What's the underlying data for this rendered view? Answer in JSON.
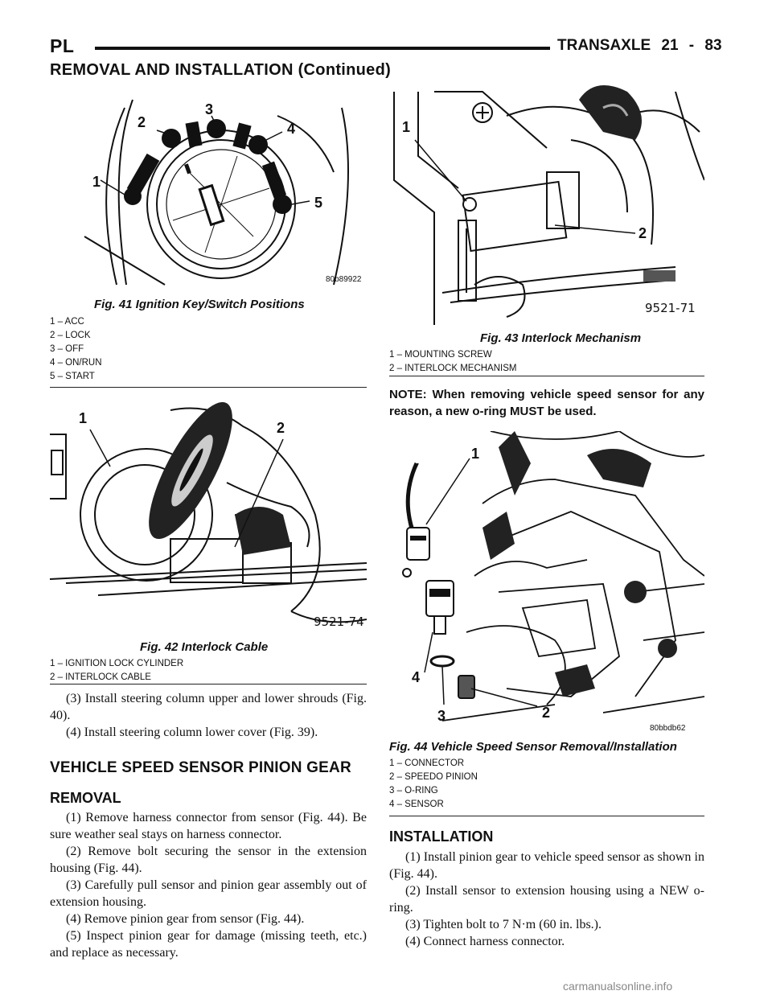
{
  "header": {
    "left": "PL",
    "right": "TRANSAXLE   21 - 83"
  },
  "continued_title": "REMOVAL AND INSTALLATION (Continued)",
  "fig41": {
    "code": "80b89922",
    "callouts": [
      "1",
      "2",
      "3",
      "4",
      "5"
    ],
    "caption": "Fig. 41 Ignition Key/Switch Positions",
    "legend": [
      "1 – ACC",
      "2 – LOCK",
      "3 – OFF",
      "4 – ON/RUN",
      "5 – START"
    ]
  },
  "fig42": {
    "code": "9521-74",
    "callouts": [
      "1",
      "2"
    ],
    "caption": "Fig. 42 Interlock Cable",
    "legend": [
      "1 – IGNITION LOCK CYLINDER",
      "2 – INTERLOCK CABLE"
    ]
  },
  "fig43": {
    "code": "9521-71",
    "callouts": [
      "1",
      "2"
    ],
    "caption": "Fig. 43 Interlock Mechanism",
    "legend": [
      "1 – MOUNTING SCREW",
      "2 – INTERLOCK MECHANISM"
    ]
  },
  "fig44": {
    "code": "80bbdb62",
    "callouts": [
      "1",
      "2",
      "3",
      "4"
    ],
    "caption": "Fig. 44 Vehicle Speed Sensor Removal/Installation",
    "legend": [
      "1 – CONNECTOR",
      "2 – SPEEDO PINION",
      "3 – O-RING",
      "4 – SENSOR"
    ]
  },
  "left_steps": [
    "(3) Install steering column upper and lower shrouds (Fig. 40).",
    "(4) Install steering column lower cover (Fig. 39)."
  ],
  "section_title": "VEHICLE SPEED SENSOR PINION GEAR",
  "removal": {
    "title": "REMOVAL",
    "steps": [
      "(1) Remove harness connector from sensor (Fig. 44). Be sure weather seal stays on harness connector.",
      "(2) Remove bolt securing the sensor in the extension housing (Fig. 44).",
      "(3) Carefully pull sensor and pinion gear assembly out of extension housing.",
      "(4) Remove pinion gear from sensor (Fig. 44).",
      "(5) Inspect pinion gear for damage (missing teeth, etc.) and replace as necessary."
    ]
  },
  "note": "NOTE: When removing vehicle speed sensor for any reason, a new o-ring MUST be used.",
  "installation": {
    "title": "INSTALLATION",
    "steps": [
      "(1) Install pinion gear to vehicle speed sensor as shown in (Fig. 44).",
      "(2) Install sensor to extension housing using a NEW o-ring.",
      "(3) Tighten bolt to 7 N·m (60 in. lbs.).",
      "(4) Connect harness connector."
    ]
  },
  "watermark": "carmanualsonline.info",
  "colors": {
    "ink": "#111111",
    "paper": "#ffffff"
  }
}
